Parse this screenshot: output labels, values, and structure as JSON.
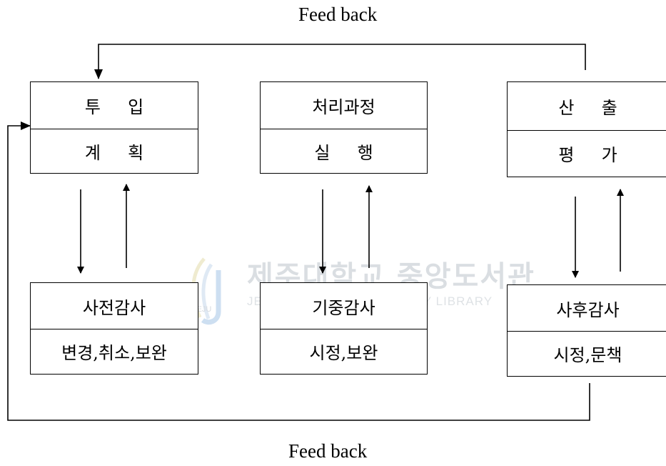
{
  "feedback_top_label": "Feed back",
  "feedback_bottom_label": "Feed back",
  "boxes": {
    "input": {
      "top": "투     입",
      "bottom": "계     획"
    },
    "process": {
      "top": "처리과정",
      "bottom": "실     행"
    },
    "output": {
      "top": "산     출",
      "bottom": "평     가"
    },
    "pre_audit": {
      "top": "사전감사",
      "bottom": "변경,취소,보완"
    },
    "mid_audit": {
      "top": "기중감사",
      "bottom": "시정,보완"
    },
    "post_audit": {
      "top": "사후감사",
      "bottom": "시정,문책"
    }
  },
  "watermark": {
    "title": "제주대학교 중앙도서관",
    "subtitle": "JEJU NATIONAL UNIVERSITY LIBRARY",
    "logo_text": "JEJU"
  }
}
